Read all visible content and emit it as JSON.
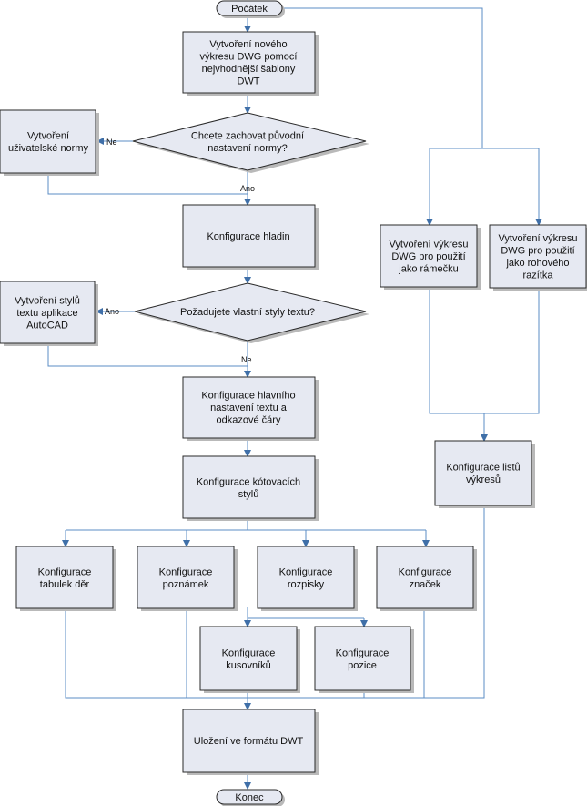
{
  "nodes": {
    "start": [
      "Počátek"
    ],
    "create_drawing": [
      "Vytvoření nového",
      "výkresu DWG pomocí",
      "nejvhodnější šablony",
      "DWT"
    ],
    "decision_keep": [
      "Chcete zachovat původní",
      "nastavení normy?"
    ],
    "create_standard": [
      "Vytvoření",
      "uživatelské normy"
    ],
    "config_layers": [
      "Konfigurace hladin"
    ],
    "decision_textstyles": [
      "Požadujete vlastní styly textu?"
    ],
    "create_textstyles": [
      "Vytvoření stylů",
      "textu aplikace",
      "AutoCAD"
    ],
    "config_text": [
      "Konfigurace hlavního",
      "nastavení textu a",
      "odkazové čáry"
    ],
    "config_dim": [
      "Konfigurace kótovacích",
      "stylů"
    ],
    "config_holes": [
      "Konfigurace",
      "tabulek děr"
    ],
    "config_notes": [
      "Konfigurace",
      "poznámek"
    ],
    "config_parts": [
      "Konfigurace",
      "rozpisky"
    ],
    "config_symbols": [
      "Konfigurace",
      "značek"
    ],
    "config_bom": [
      "Konfigurace",
      "kusovníků"
    ],
    "config_balloons": [
      "Konfigurace",
      "pozice"
    ],
    "border_drawing": [
      "Vytvoření výkresu",
      "DWG pro použití",
      "jako rámečku"
    ],
    "titleblock_drawing": [
      "Vytvoření výkresu",
      "DWG pro použití",
      "jako rohového",
      "razítka"
    ],
    "config_sheets": [
      "Konfigurace listů",
      "výkresů"
    ],
    "save_dwt": [
      "Uložení ve formátu DWT"
    ],
    "end": [
      "Konec"
    ]
  },
  "edge_labels": {
    "no_1": "Ne",
    "yes_1": "Ano",
    "yes_2": "Ano",
    "no_2": "Ne"
  },
  "colors": {
    "box_fill": "#e6e9f2",
    "box_stroke": "#2a2a2a",
    "shadow": "#b9b9b9",
    "connector": "#5b8cc4",
    "arrow": "#3f6fa8"
  }
}
